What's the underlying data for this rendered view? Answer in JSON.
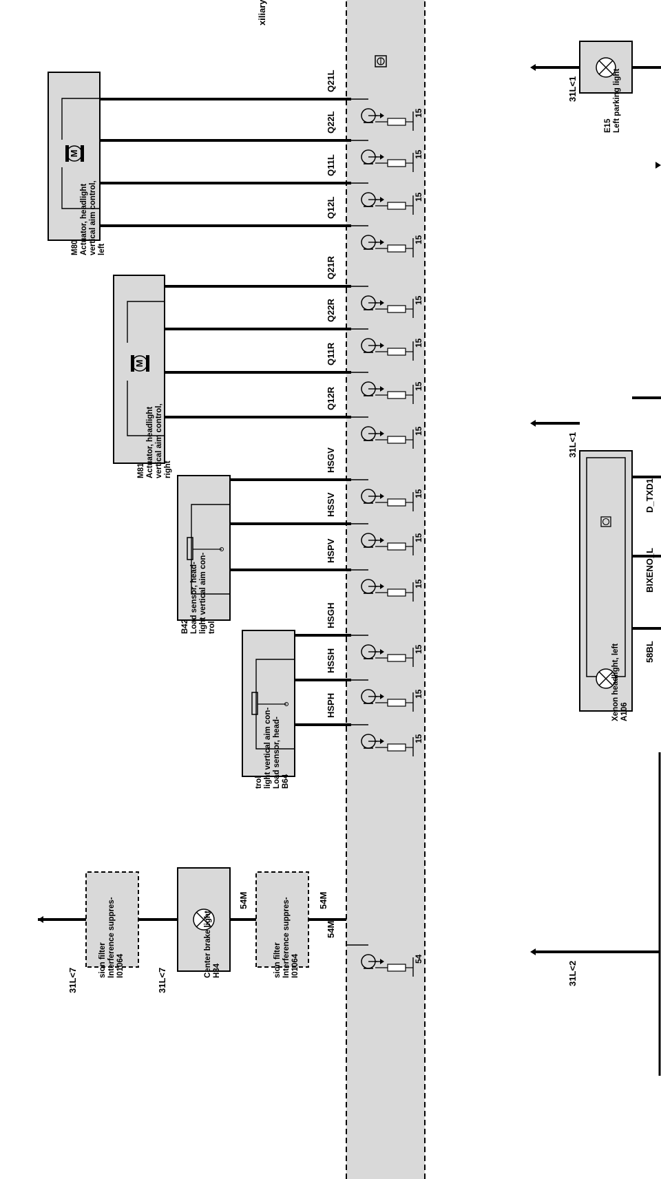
{
  "header_fragment": "xiliary",
  "module_symbol": "control-unit-icon",
  "outputs": [
    {
      "pin": "Q21L",
      "fuse": "15"
    },
    {
      "pin": "Q22L",
      "fuse": "15"
    },
    {
      "pin": "Q11L",
      "fuse": "15"
    },
    {
      "pin": "Q12L",
      "fuse": "15"
    },
    {
      "pin": "Q21R",
      "fuse": "15"
    },
    {
      "pin": "Q22R",
      "fuse": "15"
    },
    {
      "pin": "Q11R",
      "fuse": "15"
    },
    {
      "pin": "Q12R",
      "fuse": "15"
    },
    {
      "pin": "HSGV",
      "fuse": "15"
    },
    {
      "pin": "HSSV",
      "fuse": "15"
    },
    {
      "pin": "HSPV",
      "fuse": "15"
    },
    {
      "pin": "HSGH",
      "fuse": "15"
    },
    {
      "pin": "HSSH",
      "fuse": "15"
    },
    {
      "pin": "HSPH",
      "fuse": "15"
    },
    {
      "pin": "54M",
      "fuse": "54"
    }
  ],
  "components": {
    "m80": {
      "id": "M80",
      "desc": [
        "Actuator, headlight",
        "vertical aim  control,",
        "left"
      ]
    },
    "m81": {
      "id": "M81",
      "desc": [
        "Actuator, headlight",
        "vertical aim  control,",
        "right"
      ]
    },
    "b42": {
      "id": "B42",
      "desc": [
        "Load sensor, head-",
        "light vertical aim   con-",
        "trol"
      ]
    },
    "b64": {
      "id": "B64",
      "desc": [
        "Load sensor, head-",
        "light vertical aim   con-",
        "trol"
      ]
    },
    "i01064a": {
      "id": "I01064",
      "desc": [
        "Interference suppres-",
        "sion filter"
      ]
    },
    "i01064b": {
      "id": "I01064",
      "desc": [
        "Interference suppres-",
        "sion filter"
      ]
    },
    "h34": {
      "id": "H34",
      "desc": [
        "Center brake light"
      ]
    },
    "e15": {
      "id": "E15",
      "desc": [
        "Left parking light"
      ]
    },
    "a106": {
      "id": "A106",
      "desc": [
        "Xenon headlight, left"
      ]
    }
  },
  "wire_labels": {
    "h34_in": "54M",
    "h34_out": "31L<7",
    "ground_end": "31L<7",
    "e15_ground": "31L<1",
    "a106_ground": "31L<1",
    "right_ground": "31L<2"
  },
  "a106_pins": [
    "D_TXD1",
    "BIXENO_L",
    "58BL"
  ]
}
